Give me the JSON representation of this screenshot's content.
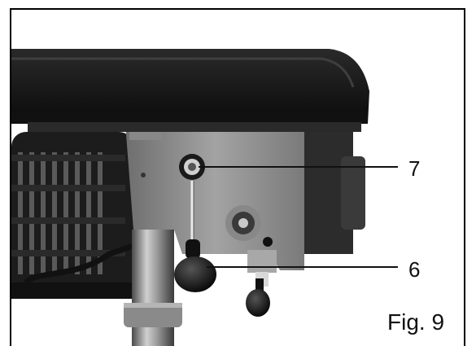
{
  "callouts": [
    {
      "id": "7",
      "label": "7"
    },
    {
      "id": "6",
      "label": "6"
    }
  ],
  "caption": "Fig. 9"
}
